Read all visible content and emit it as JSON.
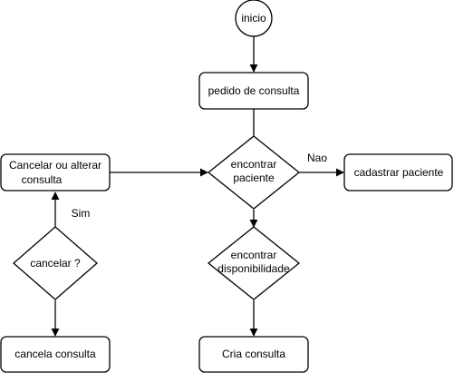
{
  "diagram": {
    "nodes": {
      "inicio": "inicio",
      "pedido": "pedido de consulta",
      "encontrar_paciente_line1": "encontrar",
      "encontrar_paciente_line2": "paciente",
      "cadastrar": "cadastrar paciente",
      "encontrar_disp_line1": "encontrar",
      "encontrar_disp_line2": "disponibilidade",
      "cria": "Cria consulta",
      "cancelar_alterar_line1": "Cancelar ou alterar",
      "cancelar_alterar_line2": "consulta",
      "cancelar_q": "cancelar ?",
      "cancela_consulta": "cancela consulta"
    },
    "edge_labels": {
      "nao": "Nao",
      "sim": "Sim"
    }
  }
}
